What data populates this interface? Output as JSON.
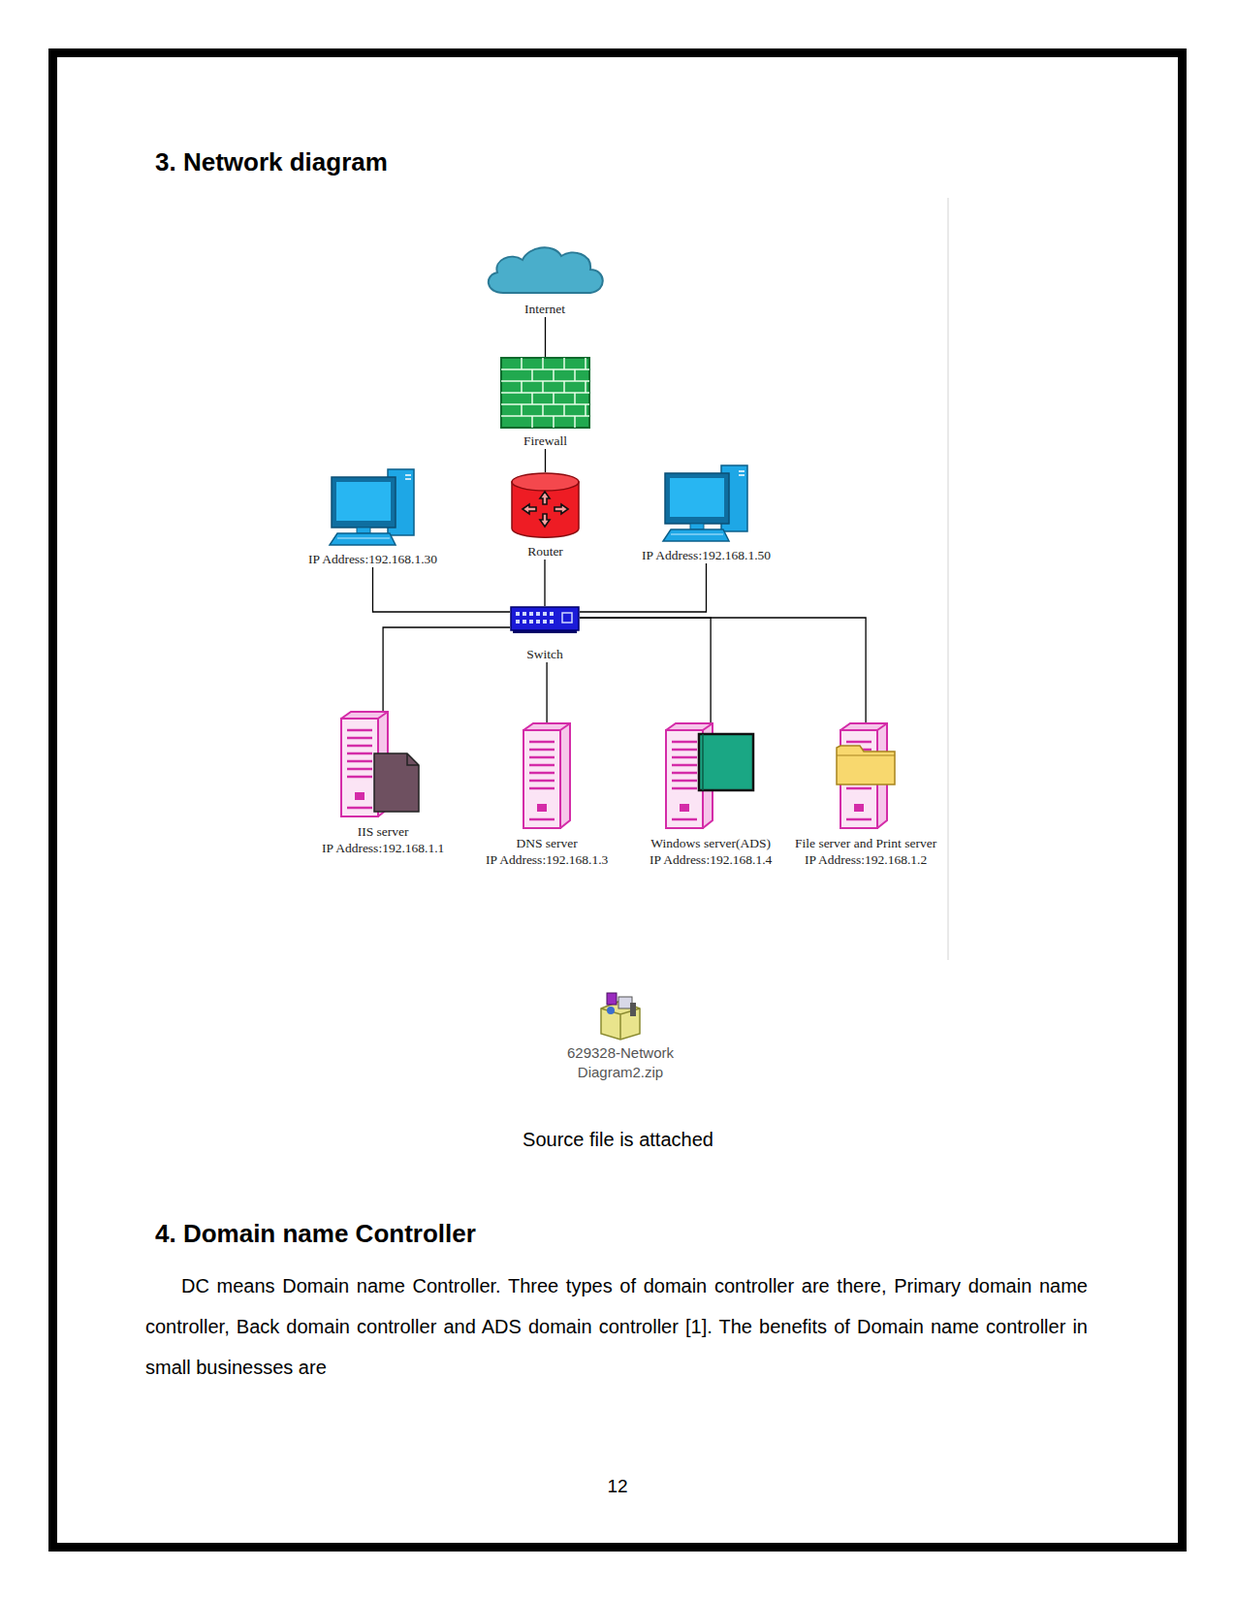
{
  "diagram": {
    "title": "3. Network diagram",
    "nodes": [
      {
        "text": [
          "Internet"
        ]
      },
      {
        "text": [
          "Firewall"
        ]
      },
      {
        "text": [
          "IP Address:192.168.1.30"
        ]
      },
      {
        "text": [
          "Router"
        ]
      },
      {
        "text": [
          "IP Address:192.168.1.50"
        ]
      },
      {
        "text": [
          "Switch"
        ]
      },
      {
        "text": [
          "IIS server",
          "IP Address:192.168.1.1"
        ]
      },
      {
        "text": [
          "DNS server",
          "IP Address:192.168.1.3"
        ]
      },
      {
        "text": [
          "Windows server(ADS)",
          "IP Address:192.168.1.4"
        ]
      },
      {
        "text": [
          "File server and Print server",
          "IP Address:192.168.1.2"
        ]
      }
    ],
    "edges": [
      {
        "from": 0,
        "to": 1,
        "arrow": "none"
      },
      {
        "from": 1,
        "to": 3,
        "arrow": "none"
      },
      {
        "from": 3,
        "to": 5,
        "arrow": "none"
      },
      {
        "from": 2,
        "to": 5,
        "arrow": "none"
      },
      {
        "from": 4,
        "to": 5,
        "arrow": "none"
      },
      {
        "from": 5,
        "to": 6,
        "arrow": "none"
      },
      {
        "from": 5,
        "to": 7,
        "arrow": "none"
      },
      {
        "from": 5,
        "to": 8,
        "arrow": "none"
      },
      {
        "from": 5,
        "to": 9,
        "arrow": "none"
      }
    ],
    "labels": [
      "629328-Network Diagram2.zip",
      "Source file is attached",
      "4. Domain name Controller",
      "DC means Domain name Controller. Three types of domain controller are there, Primary domain name controller, Back domain controller and ADS domain controller [1]. The benefits of Domain name controller in small businesses are",
      "12"
    ]
  }
}
